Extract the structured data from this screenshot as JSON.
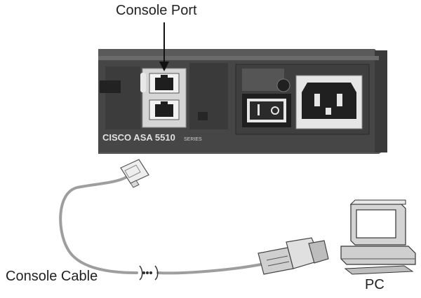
{
  "labels": {
    "console_port": "Console Port",
    "console_cable": "Console Cable",
    "pc": "PC"
  },
  "device": {
    "brand_text": "CISCO ASA 5510",
    "series_text": "SERIES"
  },
  "colors": {
    "chassis": "#4a4a4a",
    "panel_dark": "#2e2e2e",
    "port_panel": "#d8d8d8",
    "cable": "#9a9a9a",
    "pc_body": "#cfcfcf"
  }
}
